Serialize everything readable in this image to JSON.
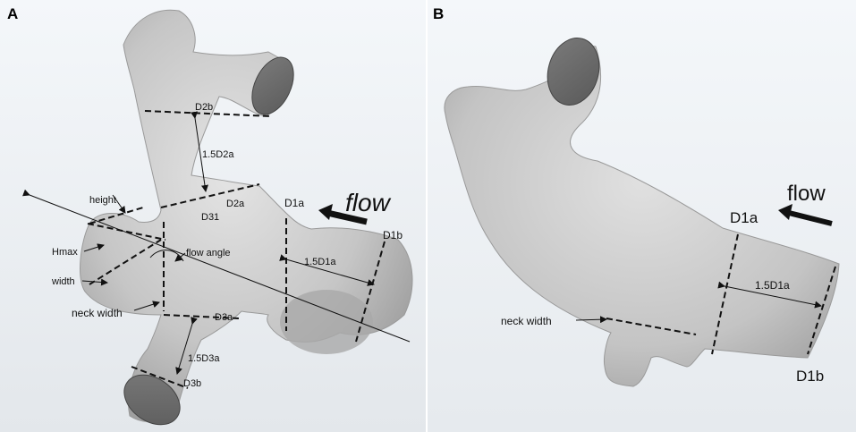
{
  "panels": {
    "a": {
      "letter": "A",
      "labels": {
        "d2b": "D2b",
        "l15d2a": "1.5D2a",
        "d2a": "D2a",
        "d31": "D31",
        "d1a": "D1a",
        "flow": "flow",
        "d1b": "D1b",
        "height": "height",
        "hmax": "Hmax",
        "flow_angle": "flow angle",
        "l15d1a": "1.5D1a",
        "width": "width",
        "neck_width": "neck width",
        "d3a": "D3a",
        "l15d3a": "1.5D3a",
        "d3b": "D3b"
      }
    },
    "b": {
      "letter": "B",
      "labels": {
        "flow": "flow",
        "d1a": "D1a",
        "l15d1a": "1.5D1a",
        "neck_width": "neck width",
        "d1b": "D1b"
      }
    }
  },
  "colors": {
    "background_top": "#f4f7fa",
    "background_bottom": "#e6eaee",
    "vessel_light": "#dcdcdc",
    "vessel_mid": "#bcbcbc",
    "vessel_dark": "#8c8c8c",
    "cap_face": "#6e6e6e",
    "line": "#111111"
  }
}
